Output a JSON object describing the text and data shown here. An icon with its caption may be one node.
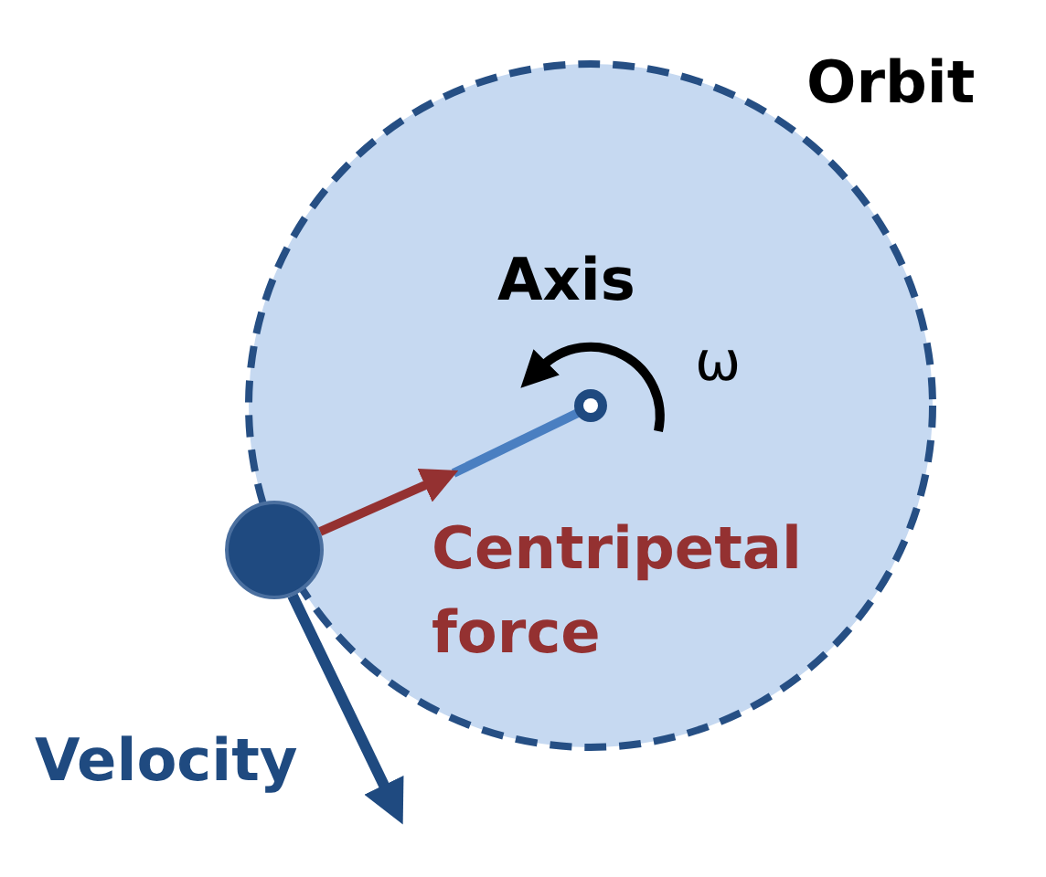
{
  "diagram": {
    "labels": [
      "Orbit",
      "Axis",
      "ω",
      "Centripetal force",
      "Velocity"
    ]
  }
}
